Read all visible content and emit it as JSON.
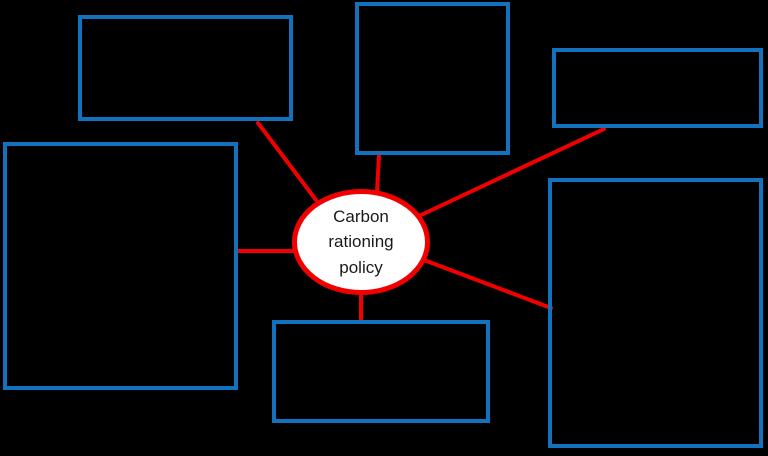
{
  "diagram": {
    "center_node": {
      "label": "Carbon rationing policy",
      "shape": "ellipse"
    },
    "topic_boxes": [
      {
        "id": "top-left",
        "label": ""
      },
      {
        "id": "left",
        "label": ""
      },
      {
        "id": "top-middle",
        "label": ""
      },
      {
        "id": "top-right",
        "label": ""
      },
      {
        "id": "bottom-middle",
        "label": ""
      },
      {
        "id": "right",
        "label": ""
      }
    ],
    "colors": {
      "background": "#000000",
      "box_border": "#1272BD",
      "connector": "#F20000",
      "center_border": "#F20000",
      "center_fill": "#FFFFFF",
      "label_text": "#1A1A1A"
    }
  }
}
